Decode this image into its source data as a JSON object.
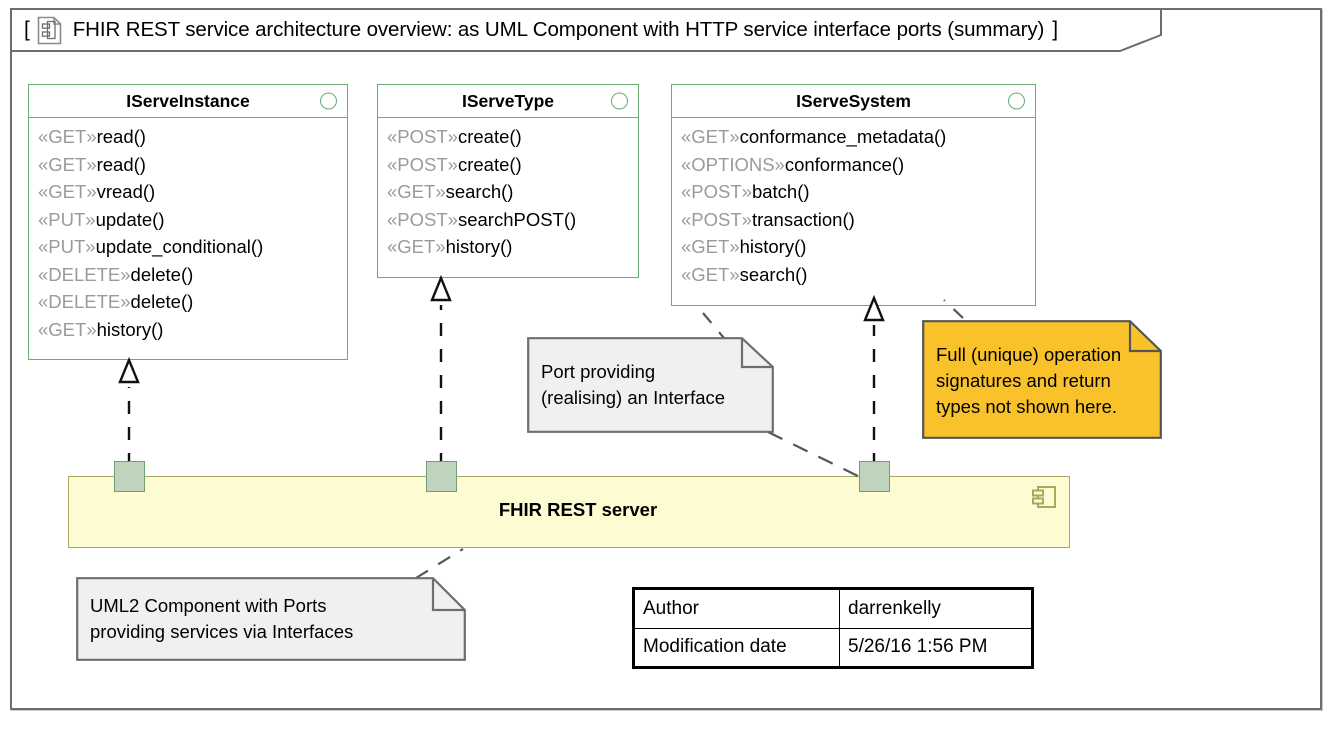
{
  "diagram": {
    "title": "FHIR REST service architecture overview: as UML Component with HTTP service interface ports (summary)",
    "bracket_open": "[",
    "bracket_close": "]",
    "icon": "component-document-icon"
  },
  "colors": {
    "interface_border": "#6cab72",
    "component_fill": "#fcfbd2",
    "component_border": "#a9a860",
    "port_fill": "#c0d3bc",
    "port_border": "#6fa073",
    "note_fill": "#f0f0f0",
    "note_border": "#6e6e6e",
    "note_highlight_fill": "#f9c22b",
    "stereotype_text": "#9a9a9a",
    "frame_border": "#6e6e6e"
  },
  "interfaces": [
    {
      "name": "IServeInstance",
      "operations": [
        {
          "stereotype": "«GET»",
          "name": "read()"
        },
        {
          "stereotype": "«GET»",
          "name": "read()"
        },
        {
          "stereotype": "«GET»",
          "name": "vread()"
        },
        {
          "stereotype": "«PUT»",
          "name": "update()"
        },
        {
          "stereotype": "«PUT»",
          "name": "update_conditional()"
        },
        {
          "stereotype": "«DELETE»",
          "name": "delete()"
        },
        {
          "stereotype": "«DELETE»",
          "name": "delete()"
        },
        {
          "stereotype": "«GET»",
          "name": "history()"
        }
      ]
    },
    {
      "name": "IServeType",
      "operations": [
        {
          "stereotype": "«POST»",
          "name": "create()"
        },
        {
          "stereotype": "«POST»",
          "name": "create()"
        },
        {
          "stereotype": "«GET»",
          "name": "search()"
        },
        {
          "stereotype": "«POST»",
          "name": "searchPOST()"
        },
        {
          "stereotype": "«GET»",
          "name": "history()"
        }
      ]
    },
    {
      "name": "IServeSystem",
      "operations": [
        {
          "stereotype": "«GET»",
          "name": "conformance_metadata()"
        },
        {
          "stereotype": "«OPTIONS»",
          "name": "conformance()"
        },
        {
          "stereotype": "«POST»",
          "name": "batch()"
        },
        {
          "stereotype": "«POST»",
          "name": "transaction()"
        },
        {
          "stereotype": "«GET»",
          "name": "history()"
        },
        {
          "stereotype": "«GET»",
          "name": "search()"
        }
      ]
    }
  ],
  "component": {
    "name": "FHIR REST server",
    "icon": "uml-component-icon",
    "ports": [
      "port-iserveinstance",
      "port-iservetype",
      "port-iservesystem"
    ]
  },
  "notes": [
    {
      "id": "note-port",
      "text": "Port providing\n(realising) an Interface"
    },
    {
      "id": "note-uml2",
      "text": "UML2 Component with Ports\nproviding services via Interfaces"
    },
    {
      "id": "note-sig",
      "text": "Full (unique) operation\nsignatures and return\ntypes not shown here."
    }
  ],
  "metadata": {
    "rows": [
      {
        "key": "Author",
        "value": "darrenkelly"
      },
      {
        "key": "Modification date",
        "value": "5/26/16 1:56 PM"
      }
    ]
  }
}
